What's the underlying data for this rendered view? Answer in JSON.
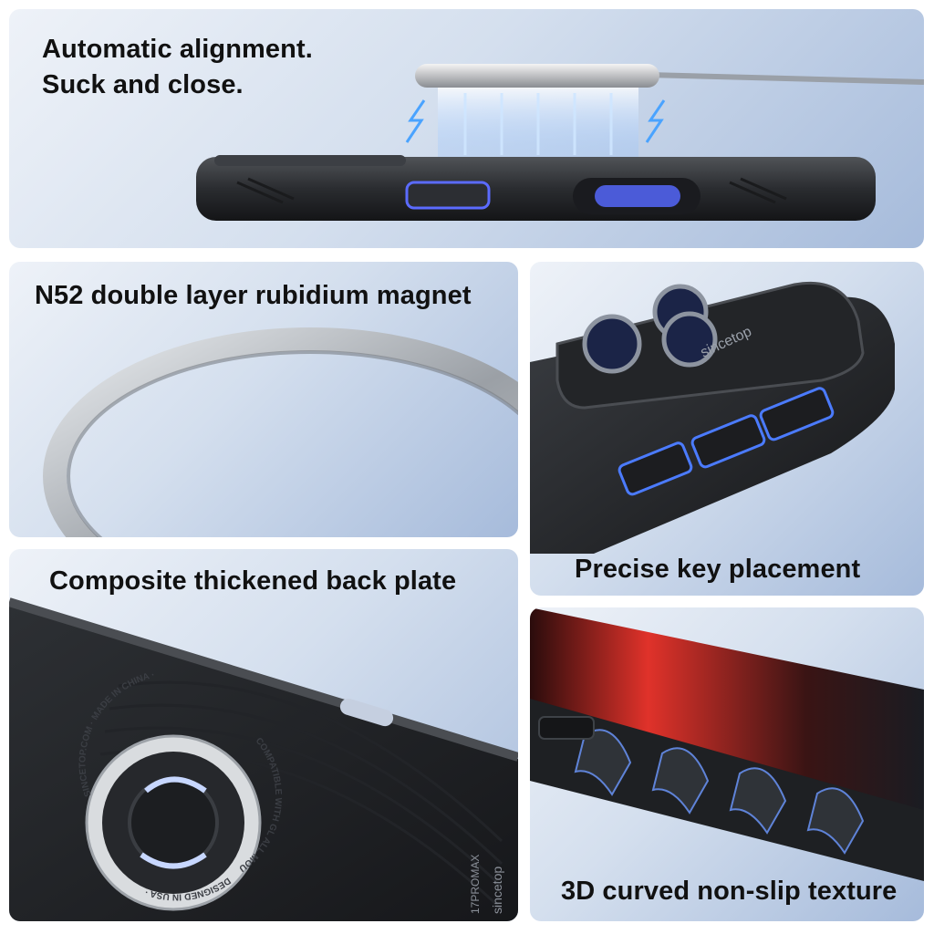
{
  "panels": {
    "alignment": {
      "line1": "Automatic alignment.",
      "line2": "Suck and close."
    },
    "magnet": {
      "title": "N52 double layer rubidium magnet"
    },
    "key": {
      "title": "Precise key placement",
      "brand": "sincetop"
    },
    "backplate": {
      "title": "Composite thickened back plate",
      "ring_text_top": "SINCETOP.COM · MADE IN CHINA ·",
      "ring_text_right": "COMPATIBLE WITH GL ALL MOUNTS",
      "ring_text_bottom": "DESIGNED IN USA ·",
      "model": "17PROMAX",
      "brand": "sincetop"
    },
    "texture": {
      "title": "3D curved non-slip texture"
    }
  },
  "colors": {
    "accent_blue": "#4b5bd8",
    "case_black": "#1f2124",
    "screen_red": "#e0322a"
  }
}
